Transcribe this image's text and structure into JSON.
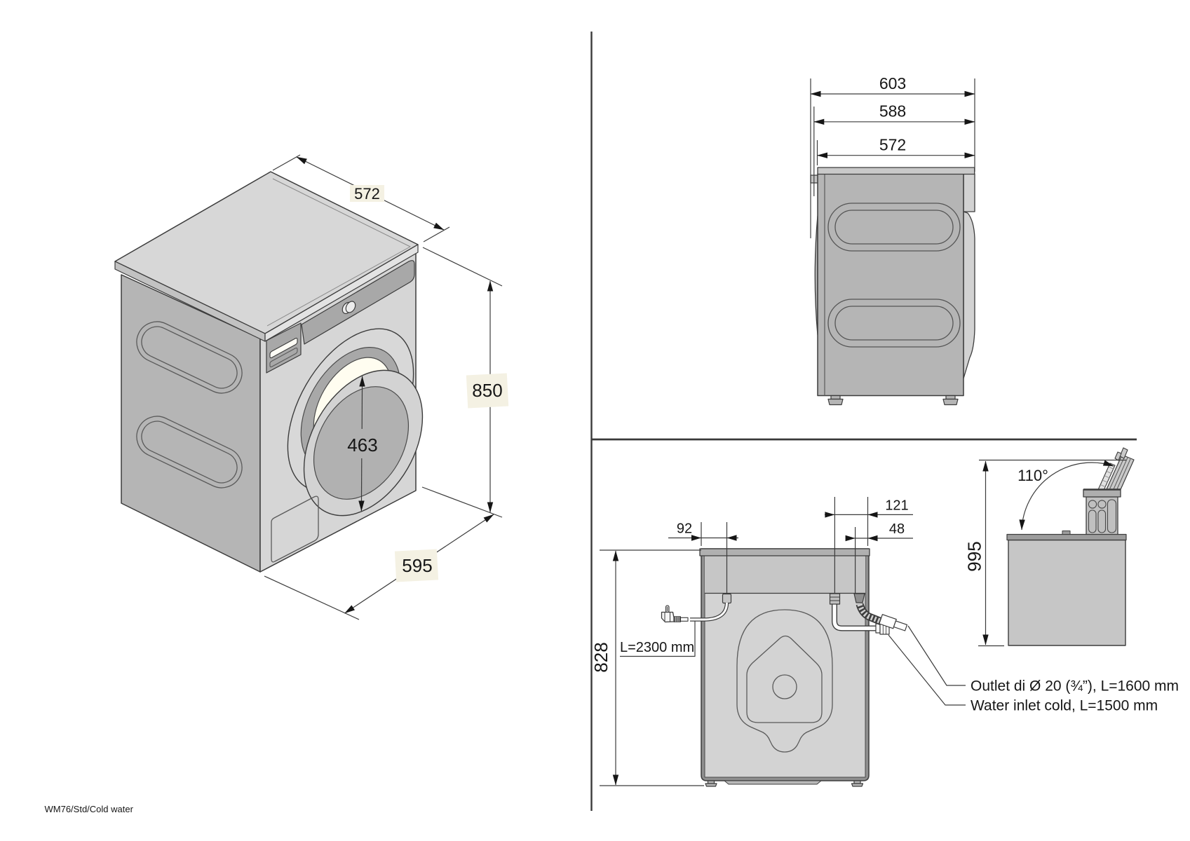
{
  "page": {
    "footer_model": "WM76/Std/Cold water"
  },
  "palette": {
    "paper": "#ffffff",
    "line": "#3c3c3c",
    "label_background": "#f4f1e3",
    "body_light": "#d6d6d6",
    "body_mid": "#b5b5b5",
    "body_dark": "#a8a8a8",
    "drum_white": "#fffdf0"
  },
  "iso_view": {
    "dim_depth_top": "572",
    "dim_height": "850",
    "dim_door_opening": "463",
    "dim_width": "595"
  },
  "side_view": {
    "dim_total_depth": "603",
    "dim_depth_incl_rear": "588",
    "dim_cabinet_depth": "572"
  },
  "rear_view": {
    "dim_cord_offset": "92",
    "dim_inlet_offset": "121",
    "dim_outlet_offset": "48",
    "dim_connection_height": "828",
    "cord_length_label": "L=2300 mm",
    "callout_outlet": "Outlet di Ø 20 (¾”), L=1600 mm",
    "callout_inlet": "Water inlet cold, L=1500 mm"
  },
  "lid_view": {
    "opening_angle": "110°",
    "dim_open_height": "995"
  }
}
